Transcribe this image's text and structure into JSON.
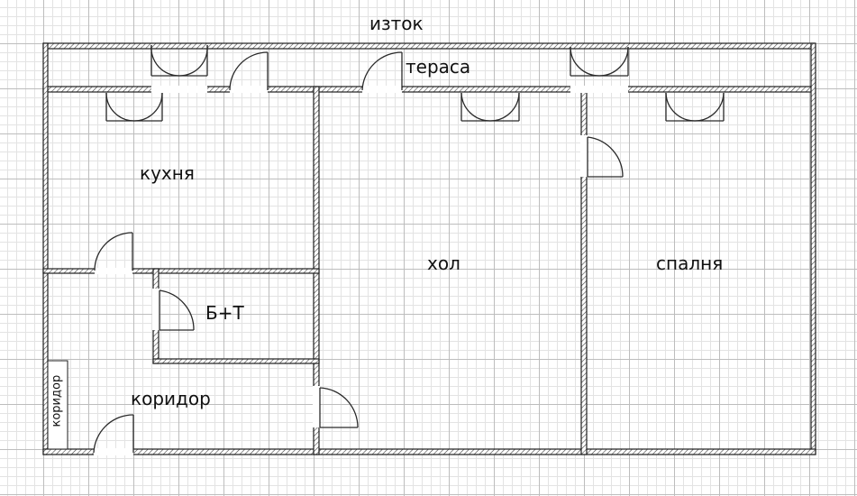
{
  "labels": {
    "north_label": "изток",
    "terrace": "тераса",
    "kitchen": "кухня",
    "hall": "хол",
    "bedroom": "спалня",
    "bathroom": "Б+Т",
    "corridor": "коридор",
    "corridor_small": "коридор"
  },
  "colors": {
    "wall_fill": "#ffffff",
    "wall_hatch": "#333333",
    "wall_stroke": "#1e1e1e",
    "door_stroke": "#2a2a2a",
    "grid_major": "#bdbdbd",
    "grid_minor": "#e3e3e3"
  }
}
